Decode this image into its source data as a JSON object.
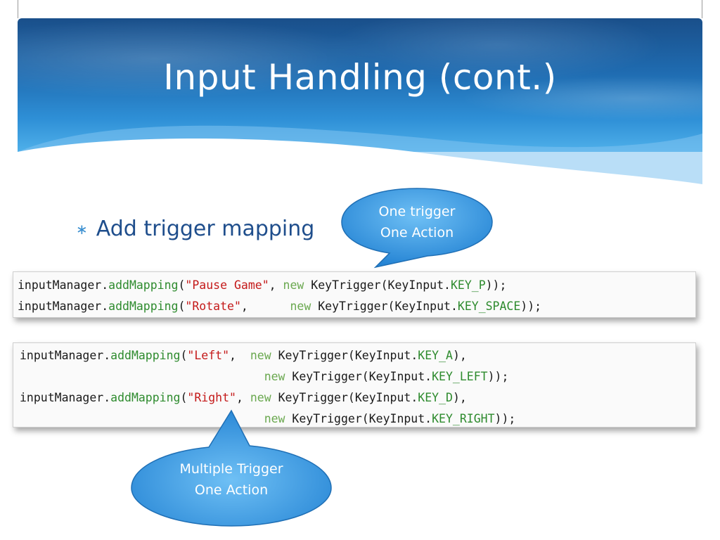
{
  "slide": {
    "title": "Input Handling (cont.)",
    "bullet": "Add trigger mapping",
    "bullet_marker": "∗"
  },
  "code1": {
    "lines": [
      [
        {
          "t": "inputManager.",
          "c": ""
        },
        {
          "t": "addMapping",
          "c": "fn"
        },
        {
          "t": "(",
          "c": ""
        },
        {
          "t": "\"Pause Game\"",
          "c": "str"
        },
        {
          "t": ", ",
          "c": ""
        },
        {
          "t": "new",
          "c": "kw"
        },
        {
          "t": " KeyTrigger(KeyInput.",
          "c": ""
        },
        {
          "t": "KEY_P",
          "c": "cst"
        },
        {
          "t": "));",
          "c": ""
        }
      ],
      [
        {
          "t": "inputManager.",
          "c": ""
        },
        {
          "t": "addMapping",
          "c": "fn"
        },
        {
          "t": "(",
          "c": ""
        },
        {
          "t": "\"Rotate\"",
          "c": "str"
        },
        {
          "t": ",      ",
          "c": ""
        },
        {
          "t": "new",
          "c": "kw"
        },
        {
          "t": " KeyTrigger(KeyInput.",
          "c": ""
        },
        {
          "t": "KEY_SPACE",
          "c": "cst"
        },
        {
          "t": "));",
          "c": ""
        }
      ]
    ]
  },
  "code2": {
    "lines": [
      [
        {
          "t": "inputManager.",
          "c": ""
        },
        {
          "t": "addMapping",
          "c": "fn"
        },
        {
          "t": "(",
          "c": ""
        },
        {
          "t": "\"Left\"",
          "c": "str"
        },
        {
          "t": ",  ",
          "c": ""
        },
        {
          "t": "new",
          "c": "kw"
        },
        {
          "t": " KeyTrigger(KeyInput.",
          "c": ""
        },
        {
          "t": "KEY_A",
          "c": "cst"
        },
        {
          "t": "),",
          "c": ""
        }
      ],
      [
        {
          "t": "                                   ",
          "c": ""
        },
        {
          "t": "new",
          "c": "kw"
        },
        {
          "t": " KeyTrigger(KeyInput.",
          "c": ""
        },
        {
          "t": "KEY_LEFT",
          "c": "cst"
        },
        {
          "t": "));",
          "c": ""
        }
      ],
      [
        {
          "t": "inputManager.",
          "c": ""
        },
        {
          "t": "addMapping",
          "c": "fn"
        },
        {
          "t": "(",
          "c": ""
        },
        {
          "t": "\"Right\"",
          "c": "str"
        },
        {
          "t": ", ",
          "c": ""
        },
        {
          "t": "new",
          "c": "kw"
        },
        {
          "t": " KeyTrigger(KeyInput.",
          "c": ""
        },
        {
          "t": "KEY_D",
          "c": "cst"
        },
        {
          "t": "),",
          "c": ""
        }
      ],
      [
        {
          "t": "                                   ",
          "c": ""
        },
        {
          "t": "new",
          "c": "kw"
        },
        {
          "t": " KeyTrigger(KeyInput.",
          "c": ""
        },
        {
          "t": "KEY_RIGHT",
          "c": "cst"
        },
        {
          "t": "));",
          "c": ""
        }
      ]
    ]
  },
  "callouts": {
    "top": {
      "line1": "One trigger",
      "line2": "One Action"
    },
    "bottom": {
      "line1": "Multiple Trigger",
      "line2": "One Action"
    }
  },
  "colors": {
    "title_text": "#ffffff",
    "bullet_text": "#1f4e8c",
    "callout_fill": "#3d9ee6",
    "string": "#c41a1a",
    "method": "#2e8b2e",
    "keyword": "#6aa84f"
  }
}
